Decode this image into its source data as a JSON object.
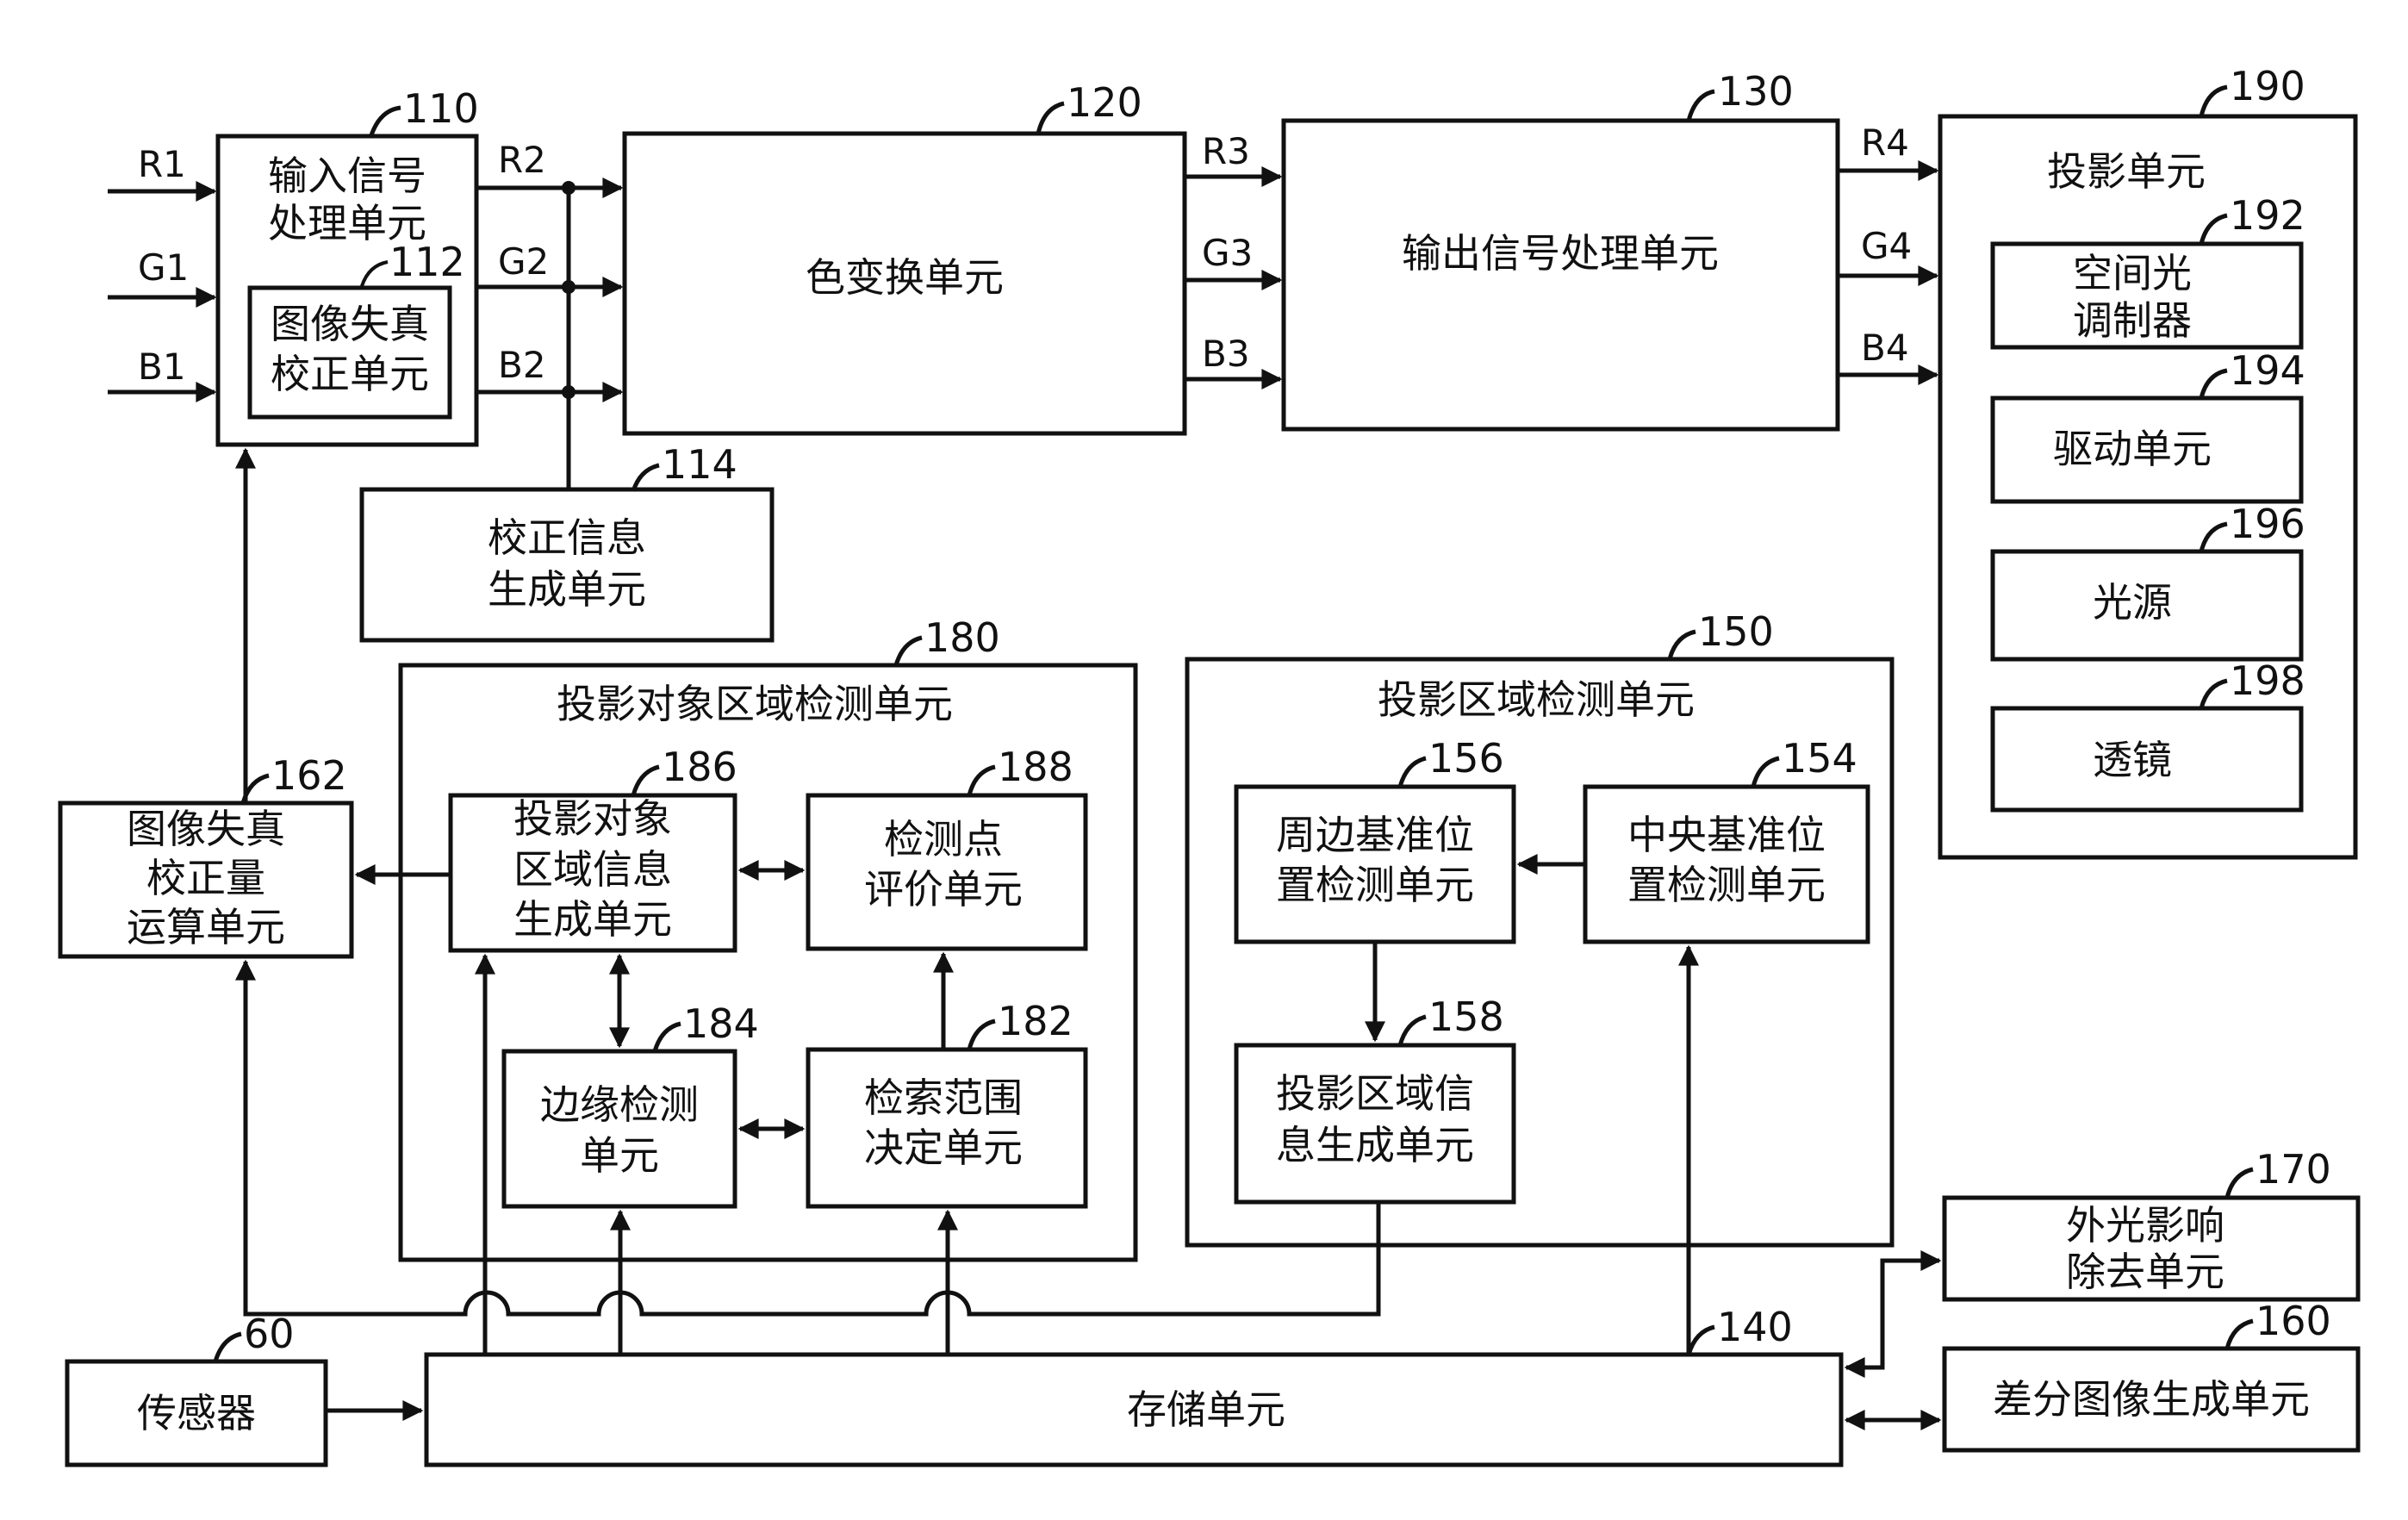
{
  "blocks": {
    "b110": {
      "ref": "110",
      "lines": [
        "输入信号",
        "处理单元"
      ]
    },
    "b112": {
      "ref": "112",
      "lines": [
        "图像失真",
        "校正单元"
      ]
    },
    "b114": {
      "ref": "114",
      "lines": [
        "校正信息",
        "生成单元"
      ]
    },
    "b120": {
      "ref": "120",
      "lines": [
        "色变换单元"
      ]
    },
    "b130": {
      "ref": "130",
      "lines": [
        "输出信号处理单元"
      ]
    },
    "b190": {
      "ref": "190",
      "lines": [
        "投影单元"
      ]
    },
    "b192": {
      "ref": "192",
      "lines": [
        "空间光",
        "调制器"
      ]
    },
    "b194": {
      "ref": "194",
      "lines": [
        "驱动单元"
      ]
    },
    "b196": {
      "ref": "196",
      "lines": [
        "光源"
      ]
    },
    "b198": {
      "ref": "198",
      "lines": [
        "透镜"
      ]
    },
    "b180": {
      "ref": "180",
      "lines": [
        "投影对象区域检测单元"
      ]
    },
    "b186": {
      "ref": "186",
      "lines": [
        "投影对象",
        "区域信息",
        "生成单元"
      ]
    },
    "b188": {
      "ref": "188",
      "lines": [
        "检测点",
        "评价单元"
      ]
    },
    "b184": {
      "ref": "184",
      "lines": [
        "边缘检测",
        "单元"
      ]
    },
    "b182": {
      "ref": "182",
      "lines": [
        "检索范围",
        "决定单元"
      ]
    },
    "b150": {
      "ref": "150",
      "lines": [
        "投影区域检测单元"
      ]
    },
    "b156": {
      "ref": "156",
      "lines": [
        "周边基准位",
        "置检测单元"
      ]
    },
    "b154": {
      "ref": "154",
      "lines": [
        "中央基准位",
        "置检测单元"
      ]
    },
    "b158": {
      "ref": "158",
      "lines": [
        "投影区域信",
        "息生成单元"
      ]
    },
    "b162": {
      "ref": "162",
      "lines": [
        "图像失真",
        "校正量",
        "运算单元"
      ]
    },
    "b170": {
      "ref": "170",
      "lines": [
        "外光影响",
        "除去单元"
      ]
    },
    "b160": {
      "ref": "160",
      "lines": [
        "差分图像生成单元"
      ]
    },
    "b60": {
      "ref": "60",
      "lines": [
        "传感器"
      ]
    },
    "b140": {
      "ref": "140",
      "lines": [
        "存储单元"
      ]
    }
  },
  "signals": {
    "in": [
      "R1",
      "G1",
      "B1"
    ],
    "s2": [
      "R2",
      "G2",
      "B2"
    ],
    "s3": [
      "R3",
      "G3",
      "B3"
    ],
    "s4": [
      "R4",
      "G4",
      "B4"
    ]
  }
}
